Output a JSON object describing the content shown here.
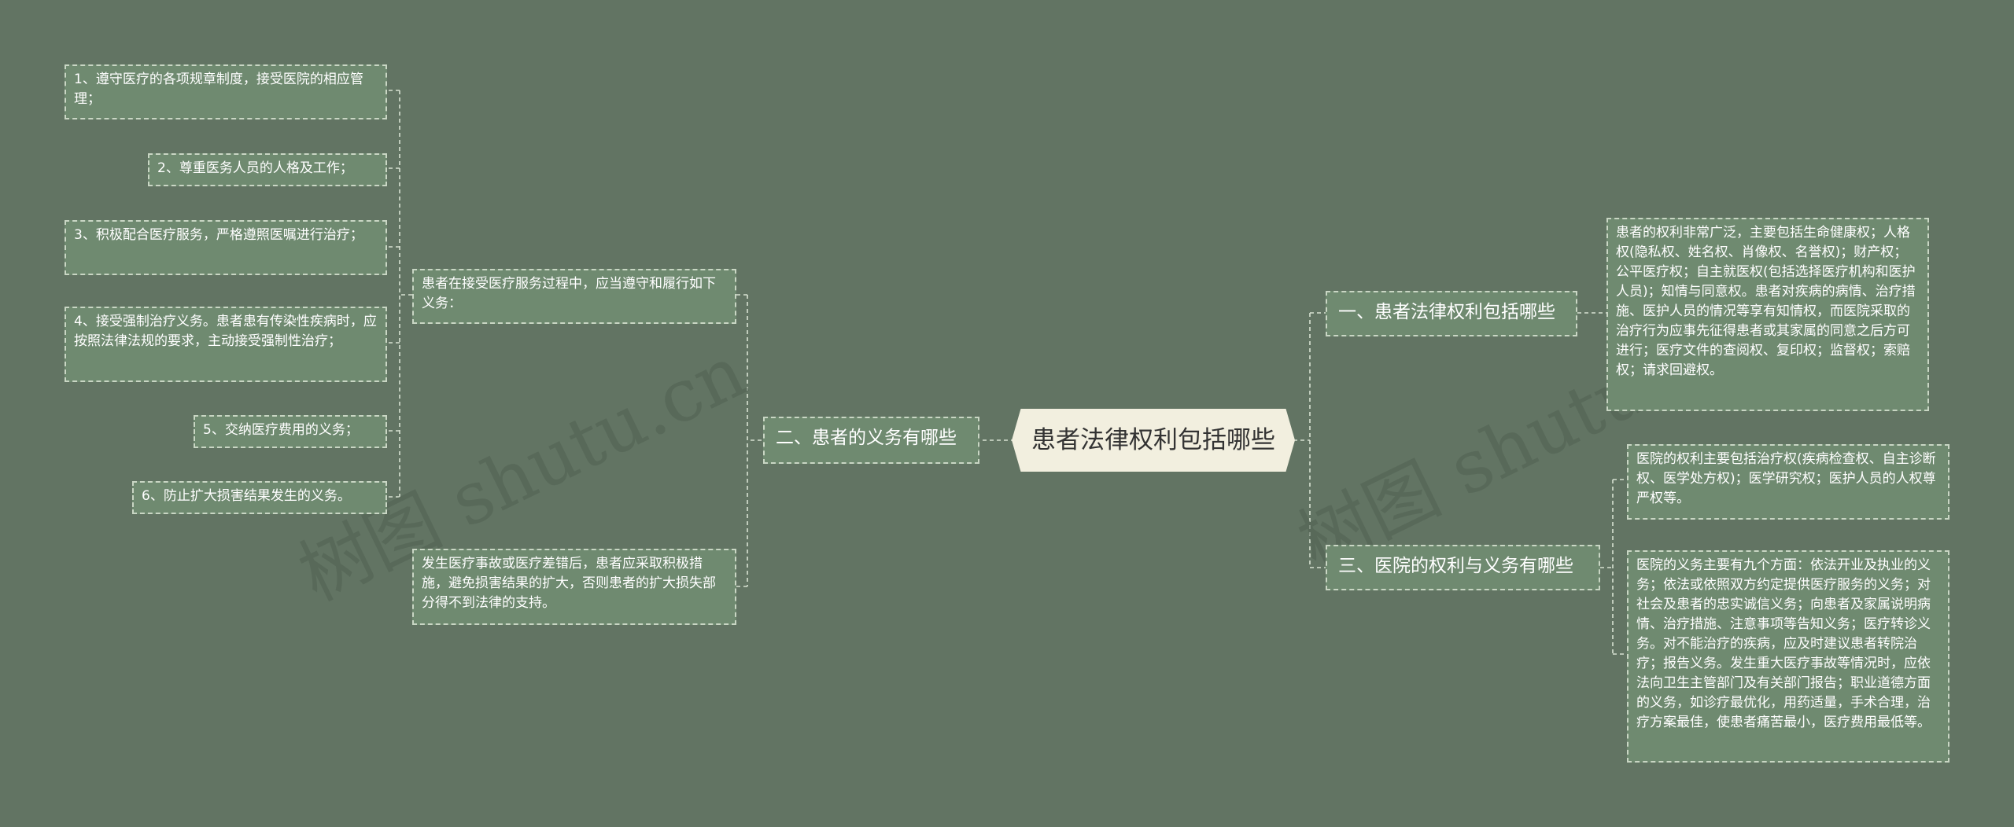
{
  "watermarks": [
    "树图 shutu.cn",
    "树图 shutu"
  ],
  "root": {
    "label": "患者法律权利包括哪些"
  },
  "branches": [
    {
      "label": "二、患者的义务有哪些",
      "children": [
        {
          "text": "患者在接受医疗服务过程中，应当遵守和履行如下义务：",
          "children": [
            "1、遵守医疗的各项规章制度，接受医院的相应管理；",
            "2、尊重医务人员的人格及工作；",
            "3、积极配合医疗服务，严格遵照医嘱进行治疗；",
            "4、接受强制治疗义务。患者患有传染性疾病时，应按照法律法规的要求，主动接受强制性治疗；",
            "5、交纳医疗费用的义务；",
            "6、防止扩大损害结果发生的义务。"
          ]
        },
        {
          "text": "发生医疗事故或医疗差错后，患者应采取积极措施，避免损害结果的扩大，否则患者的扩大损失部分得不到法律的支持。"
        }
      ]
    },
    {
      "label": "一、患者法律权利包括哪些",
      "children": [
        {
          "text": "患者的权利非常广泛，主要包括生命健康权；人格权(隐私权、姓名权、肖像权、名誉权)；财产权；公平医疗权；自主就医权(包括选择医疗机构和医护人员)；知情与同意权。患者对疾病的病情、治疗措施、医护人员的情况等享有知情权，而医院采取的治疗行为应事先征得患者或其家属的同意之后方可进行；医疗文件的查阅权、复印权；监督权；索赔权；请求回避权。"
        }
      ]
    },
    {
      "label": "三、医院的权利与义务有哪些",
      "children": [
        {
          "text": "医院的权利主要包括治疗权(疾病检查权、自主诊断权、医学处方权)；医学研究权；医护人员的人权尊严权等。"
        },
        {
          "text": "医院的义务主要有九个方面：依法开业及执业的义务；依法或依照双方约定提供医疗服务的义务；对社会及患者的忠实诚信义务；向患者及家属说明病情、治疗措施、注意事项等告知义务；医疗转诊义务。对不能治疗的疾病，应及时建议患者转院治疗；报告义务。发生重大医疗事故等情况时，应依法向卫生主管部门及有关部门报告；职业道德方面的义务，如诊疗最优化，用药适量，手术合理，治疗方案最佳，使患者痛苦最小，医疗费用最低等。"
        }
      ]
    }
  ]
}
